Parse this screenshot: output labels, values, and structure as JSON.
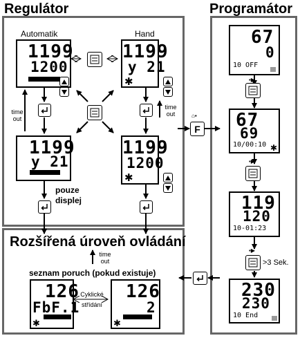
{
  "sections": {
    "regulator": "Regulátor",
    "programmer": "Programátor",
    "extended": "Rozšířená úroveň ovládání"
  },
  "labels": {
    "automatic": "Automatik",
    "manual": "Hand",
    "time_out": [
      "time",
      "out"
    ],
    "display_only": [
      "pouze",
      "displej"
    ],
    "fault_list": "seznam poruch (pokud existuje)",
    "cyclic": [
      "Cyklické",
      "střídání"
    ],
    "more_3s": ">3 Sek."
  },
  "buttons": {
    "function": "F"
  },
  "displays": {
    "auto_top": {
      "l1": "1199",
      "l2": "1200"
    },
    "auto_bottom": {
      "l1": "1199",
      "l2": "y 21"
    },
    "hand_top": {
      "l1": "1199",
      "l2": "y 21"
    },
    "hand_bottom": {
      "l1": "1199",
      "l2": "1200"
    },
    "fault_1": {
      "l1": "126",
      "l2": "FbF.1"
    },
    "fault_2": {
      "l1": "126",
      "l2": "2"
    },
    "prog_1": {
      "l1": "67",
      "l2": "0",
      "l3": "10 OFF"
    },
    "prog_2": {
      "l1": "67",
      "l2": "69",
      "l3": "10/00:10"
    },
    "prog_3": {
      "l1": "119",
      "l2": "120",
      "l3": "10-01:23"
    },
    "prog_4": {
      "l1": "230",
      "l2": "230",
      "l3": "10 End"
    }
  },
  "icons": {
    "up": "up-arrow-key-icon",
    "down": "down-arrow-key-icon",
    "enter": "enter-key-icon",
    "selector": "selector-key-icon",
    "program": "program-key-icon",
    "asterisk": "alarm-asterisk-icon"
  }
}
